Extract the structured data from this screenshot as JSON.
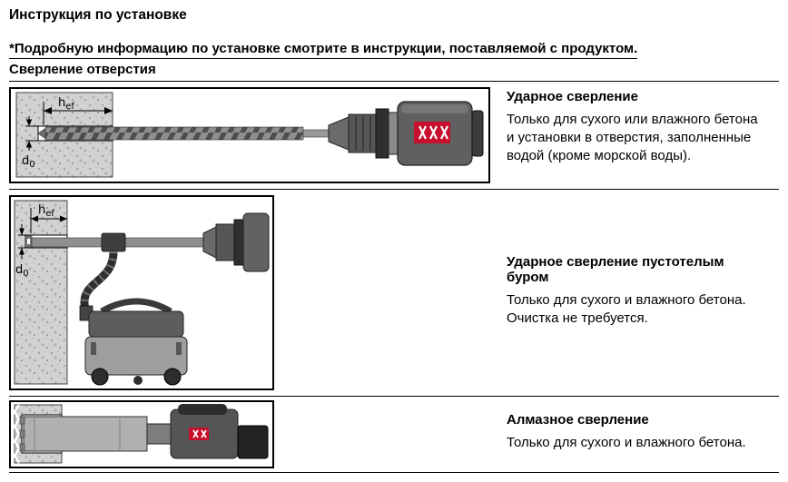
{
  "page": {
    "title": "Инструкция по установке",
    "note": "*Подробную информацию по установке смотрите в инструкции, поставляемой с продуктом.",
    "section_title": "Сверление отверстия"
  },
  "figure_labels": {
    "h": "h",
    "h_sub": "ef",
    "d": "d",
    "d_sub": "0"
  },
  "colors": {
    "brand_red": "#c8102e",
    "rule_black": "#000000",
    "concrete_grey": "#d2d2d2"
  },
  "rows": [
    {
      "heading": "Ударное сверление",
      "body": "Только для сухого или влажного бетона и установки в отверстия, заполненные водой (кроме морской воды)."
    },
    {
      "heading": "Ударное сверление пустотелым буром",
      "body": "Только для сухого и влажного бетона. Очистка не требуется."
    },
    {
      "heading": "Алмазное сверление",
      "body": "Только для сухого и влажного бетона."
    }
  ]
}
